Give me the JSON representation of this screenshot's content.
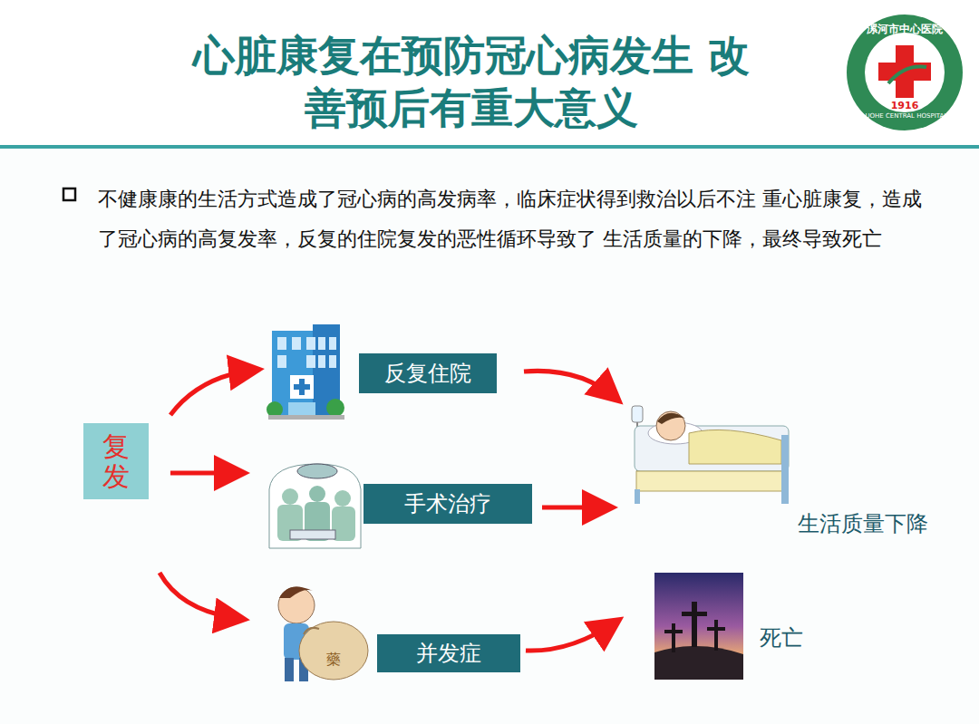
{
  "diagram": {
    "title": "心脏康复在预防冠心病发生 改善预后有重大意义",
    "nodes": [
      {
        "text": [
          "复发"
        ]
      },
      {
        "text": [
          "反复住院"
        ]
      },
      {
        "text": [
          "手术治疗"
        ]
      },
      {
        "text": [
          "并发症"
        ]
      }
    ],
    "labels": [
      "漯河市中心医院",
      "1916",
      "LUOHE CENTRAL HOSPITAL",
      "不健康康的生活方式造成了冠心病的高发病率，临床症状得到救治以后不注 重心脏康复，造成了冠心病的高复发率，反复的住院复发的恶性循环导致了 生活质量的下降，最终导致死亡",
      "藥",
      "生活质量下降",
      "死亡"
    ]
  }
}
